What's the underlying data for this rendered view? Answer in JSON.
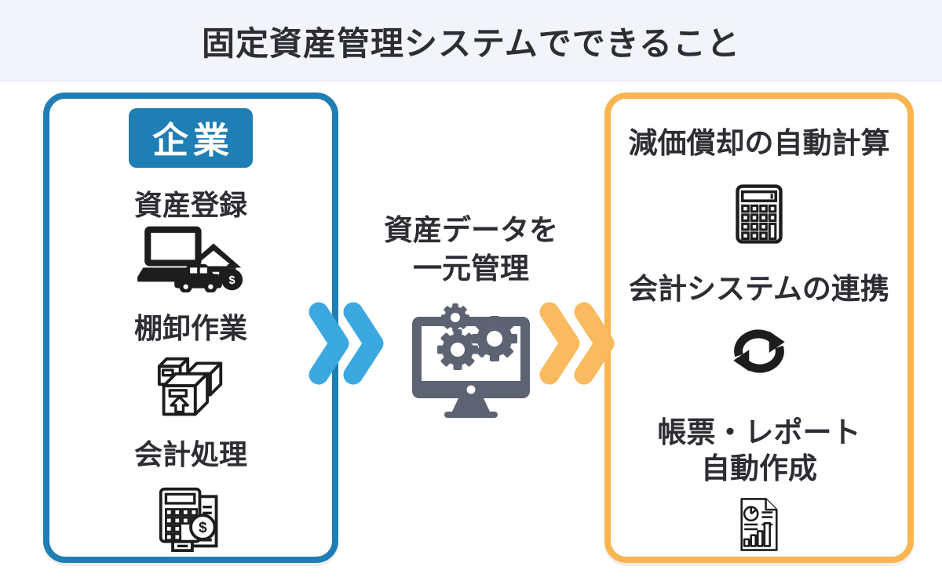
{
  "title": "固定資産管理システムでできること",
  "colors": {
    "band_bg": "#f3f4fa",
    "page_bg": "#ffffff",
    "brand_blue": "#1f7eb3",
    "chevron_blue": "#3ba8e0",
    "brand_orange": "#f8b550",
    "chevron_orange": "#f9ba60",
    "icon_slate": "#5d6372",
    "icon_black": "#1d1d1d",
    "text_dark": "#2c2e33"
  },
  "left_panel": {
    "badge": "企業",
    "items": [
      {
        "label": "資産登録",
        "icon": "company-assets-icon"
      },
      {
        "label": "棚卸作業",
        "icon": "inventory-boxes-icon"
      },
      {
        "label": "会計処理",
        "icon": "accounting-calc-doc-icon"
      }
    ]
  },
  "center": {
    "caption_line1": "資産データを",
    "caption_line2": "一元管理",
    "icon": "monitor-gears-icon"
  },
  "right_panel": {
    "items": [
      {
        "label": "減価償却の自動計算",
        "icon": "calculator-icon"
      },
      {
        "label": "会計システムの連携",
        "icon": "sync-arrows-icon"
      },
      {
        "label_line1": "帳票・レポート",
        "label_line2": "自動作成",
        "icon": "report-document-icon"
      }
    ]
  }
}
